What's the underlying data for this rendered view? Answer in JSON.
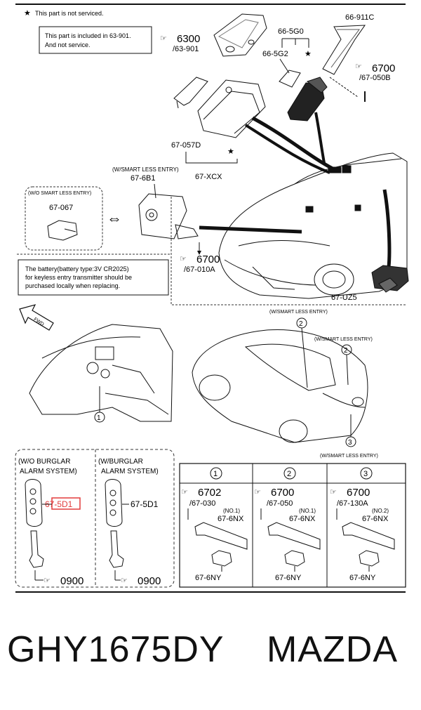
{
  "legend": {
    "star_text": "This part is not serviced.",
    "note_line1": "This part is included in 63-901.",
    "note_line2": "And not service."
  },
  "battery_note": {
    "line1": "The battery(battery type:3V CR2025)",
    "line2": "for keyless entry transmitter should be",
    "line3": "purchased locally when replacing."
  },
  "refs": [
    {
      "code": "6300",
      "sub": "/63-901"
    },
    {
      "code": "6700",
      "sub": "/67-050B"
    },
    {
      "code": "6700",
      "sub": "/67-010A"
    },
    {
      "code": "0900",
      "sub": ""
    },
    {
      "code": "0900",
      "sub": ""
    }
  ],
  "labels": {
    "p66_911c": "66-911C",
    "p66_5g0": "66-5G0",
    "p66_5g2": "66-5G2",
    "p67_057d": "67-057D",
    "p67_xcx": "67-XCX",
    "smart_less": "(W/SMART LESS ENTRY)",
    "p67_6b1": "67-6B1",
    "wo_smart_less": "(W/O SMART LESS ENTRY)",
    "p67_067": "67-067",
    "p67_uz5": "67-UZ5",
    "fwd": "FWD",
    "smart_less_2": "(W/SMART LESS ENTRY)",
    "smart_less_3": "(W/SMART LESS ENTRY)",
    "smart_less_4": "(W/SMART LESS ENTRY)",
    "wo_burglar_1": "(W/O BURGLAR",
    "wo_burglar_2": "ALARM SYSTEM)",
    "w_burglar_1": "(W/BURGLAR",
    "w_burglar_2": "ALARM SYSTEM)",
    "p67_5d1_a": "67-5D1",
    "p67_5d1_b": "67-5D1"
  },
  "callouts": [
    "1",
    "2",
    "2",
    "3"
  ],
  "table": {
    "headers": [
      "1",
      "2",
      "3"
    ],
    "cells": [
      {
        "code": "6702",
        "sub": "/67-030",
        "no": "(NO.1)",
        "p1": "67-6NX",
        "p2": "67-6NY"
      },
      {
        "code": "6700",
        "sub": "/67-050",
        "no": "(NO.1)",
        "p1": "67-6NX",
        "p2": "67-6NY"
      },
      {
        "code": "6700",
        "sub": "/67-130A",
        "no": "(NO.2)",
        "p1": "67-6NX",
        "p2": "67-6NY"
      }
    ]
  },
  "footer": {
    "part_number": "GHY1675DY",
    "brand": "MAZDA"
  },
  "colors": {
    "line": "#111111",
    "highlight": "#e23b3b",
    "dashed": "#333333"
  }
}
